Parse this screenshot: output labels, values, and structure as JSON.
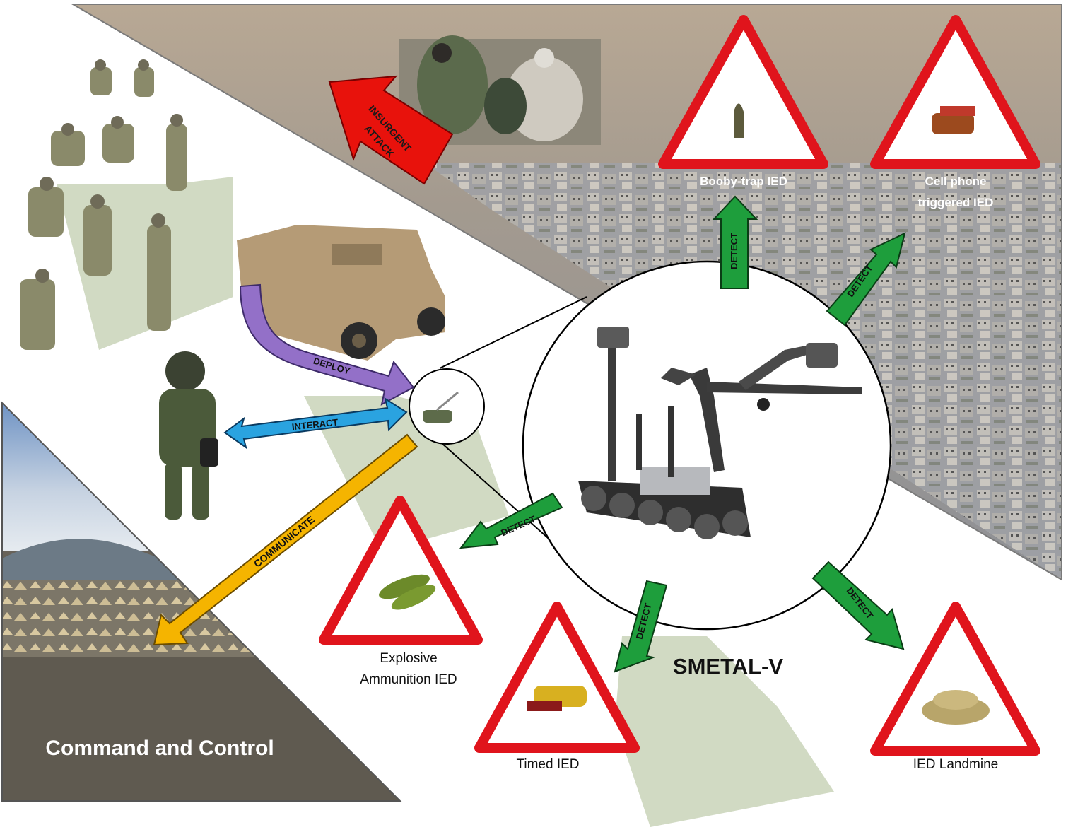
{
  "diagram": {
    "title": "SMETAL-V",
    "command_label": "Command and Control",
    "insurgent_label_line1": "INSURGENT",
    "insurgent_label_line2": "ATTACK",
    "arrows": {
      "deploy": "DEPLOY",
      "interact": "INTERACT",
      "communicate": "COMMUNICATE",
      "detect": "DETECT"
    },
    "hazards": [
      {
        "id": "booby-trap",
        "line1": "Booby-trap IED",
        "line2": ""
      },
      {
        "id": "cell-phone",
        "line1": "Cell phone",
        "line2": "triggered IED"
      },
      {
        "id": "explosive-ammo",
        "line1": "Explosive",
        "line2": "Ammunition IED"
      },
      {
        "id": "timed",
        "line1": "Timed IED",
        "line2": ""
      },
      {
        "id": "landmine",
        "line1": "IED Landmine",
        "line2": ""
      }
    ],
    "colors": {
      "detect": "#1e9e3c",
      "deploy": "#9370c8",
      "interact": "#2aa3e0",
      "communicate": "#f5b400",
      "insurgent": "#e8120c",
      "warning_border": "#e0141c",
      "flow": "#c9d4b8"
    },
    "icons": [
      "soldiers-icon",
      "mrap-vehicle-icon",
      "bomb-suit-icon",
      "robot-icon",
      "insurgents-photo-icon",
      "city-photo-icon",
      "base-camp-photo-icon"
    ]
  }
}
